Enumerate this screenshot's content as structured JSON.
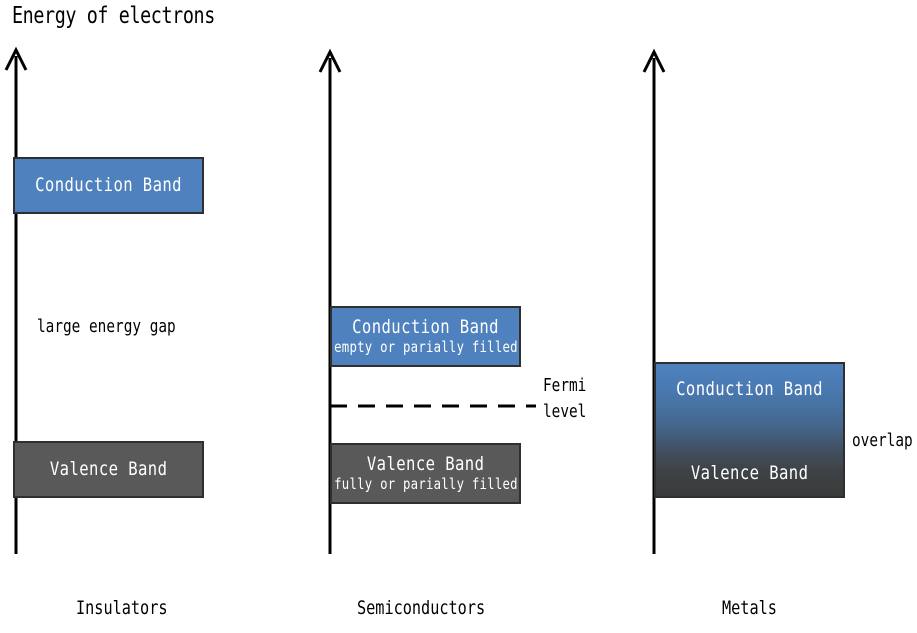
{
  "figure": {
    "title": "Energy of electrons",
    "type": "diagram",
    "subject": "electronic band structure of insulators, semiconductors and metals"
  },
  "colors": {
    "conduction_band": "#4e81bd",
    "valence_band": "#595959",
    "band_border": "#2f2f2f",
    "axis": "#000000",
    "text_on_band": "#ffffff",
    "text": "#000000",
    "background": "#ffffff",
    "overlap_gradient_top": "#4e81bd",
    "overlap_gradient_bottom": "#3a3a3a"
  },
  "columns": [
    {
      "id": "insulators",
      "caption": "Insulators",
      "bands": [
        {
          "id": "conduction",
          "label": "Conduction Band",
          "sublabel": ""
        },
        {
          "id": "valence",
          "label": "Valence Band",
          "sublabel": ""
        }
      ],
      "gap_label": "large energy gap"
    },
    {
      "id": "semiconductors",
      "caption": "Semiconductors",
      "bands": [
        {
          "id": "conduction",
          "label": "Conduction Band",
          "sublabel": "empty or parially filled"
        },
        {
          "id": "valence",
          "label": "Valence Band",
          "sublabel": "fully or parially filled"
        }
      ],
      "fermi_label_line1": "Fermi",
      "fermi_label_line2": "level"
    },
    {
      "id": "metals",
      "caption": "Metals",
      "bands": [
        {
          "id": "conduction",
          "label": "Conduction Band",
          "sublabel": ""
        },
        {
          "id": "valence",
          "label": "Valence Band",
          "sublabel": ""
        }
      ],
      "overlap_label": "overlap"
    }
  ]
}
